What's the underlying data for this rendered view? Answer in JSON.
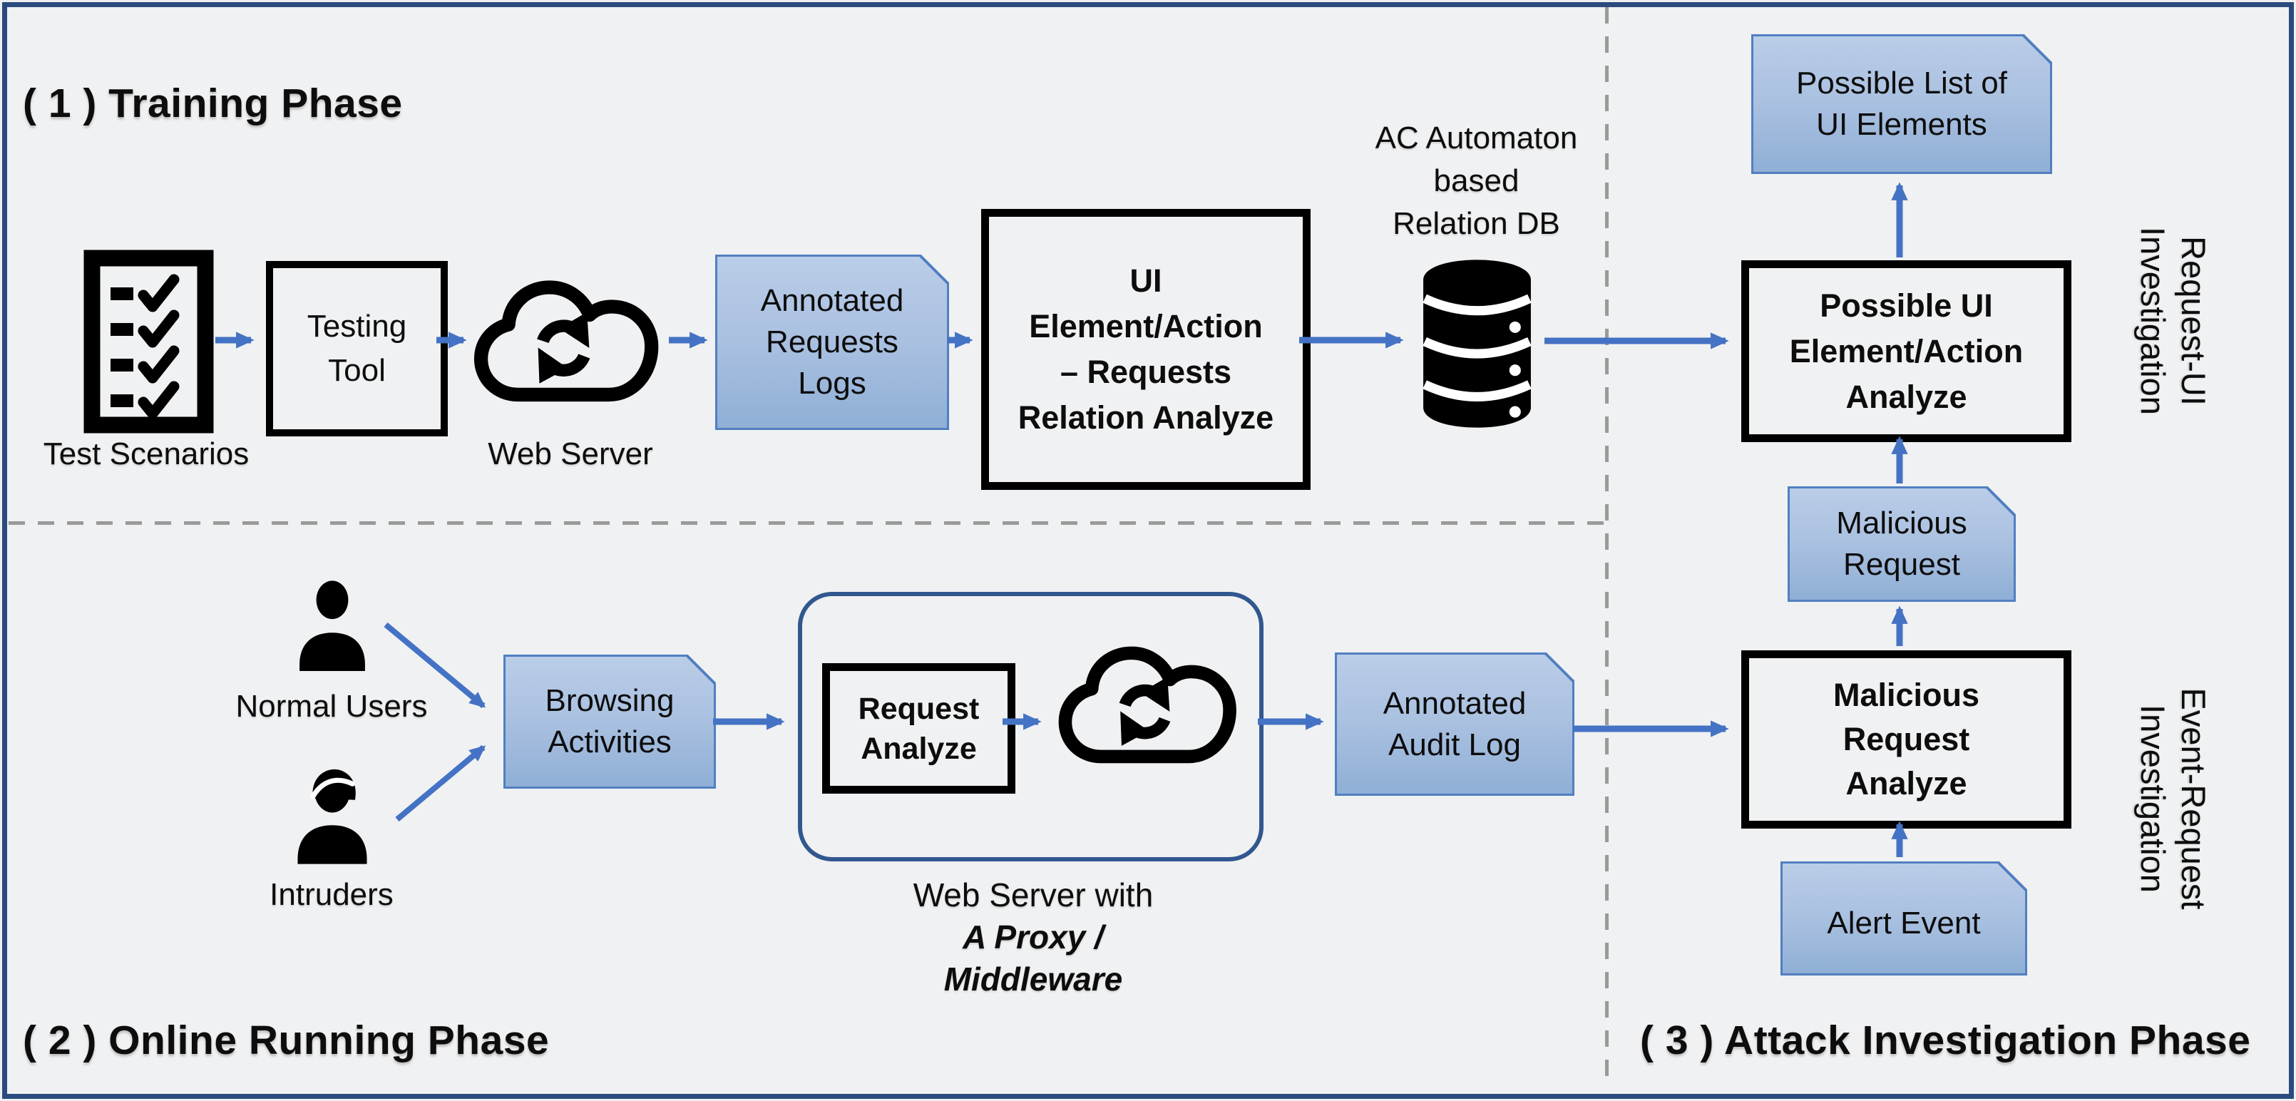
{
  "colors": {
    "background": "#f0f1f2",
    "frame_border": "#2b4a7e",
    "arrow_blue": "#4472c4",
    "note_border": "#517fc1",
    "note_fill_top": "#bacde8",
    "note_fill_bottom": "#8fafd6",
    "container_border": "#31578f",
    "dashed_divider": "#9a9a9a",
    "icon_black": "#000000"
  },
  "phase1": {
    "title": "( 1 ) Training Phase",
    "test_scenarios_label": "Test Scenarios",
    "testing_tool_lines": [
      "Testing",
      "Tool"
    ],
    "web_server_label": "Web Server",
    "annotated_requests_logs_lines": [
      "Annotated",
      "Requests",
      "Logs"
    ],
    "ui_relation_box_lines": [
      "UI",
      "Element/Action",
      "– Requests",
      "Relation Analyze"
    ],
    "db_caption_lines": [
      "AC Automaton",
      "based",
      "Relation DB"
    ]
  },
  "phase2": {
    "title": "( 2 ) Online Running Phase",
    "normal_users_label": "Normal Users",
    "intruders_label": "Intruders",
    "browsing_activities_lines": [
      "Browsing",
      "Activities"
    ],
    "request_analyze_lines": [
      "Request",
      "Analyze"
    ],
    "web_server_caption_lines": [
      "Web Server with",
      "A Proxy /",
      "Middleware"
    ],
    "annotated_audit_log_lines": [
      "Annotated",
      "Audit Log"
    ]
  },
  "phase3": {
    "title": "( 3 )  Attack Investigation Phase",
    "possible_list_lines": [
      "Possible List of",
      "UI Elements"
    ],
    "possible_ui_box_lines": [
      "Possible UI",
      "Element/Action",
      "Analyze"
    ],
    "malicious_request_lines": [
      "Malicious",
      "Request"
    ],
    "malicious_request_analyze_lines": [
      "Malicious",
      "Request",
      "Analyze"
    ],
    "alert_event_label": "Alert Event",
    "request_ui_investigation_lines": [
      "Request-UI",
      "Investigation"
    ],
    "event_request_investigation_lines": [
      "Event-Request",
      "Investigation"
    ]
  },
  "icons": {
    "test_scenarios": "checklist-icon",
    "web_server": "cloud-sync-icon",
    "relation_db": "database-icon",
    "normal_users": "user-icon",
    "intruders": "intruder-user-icon"
  }
}
